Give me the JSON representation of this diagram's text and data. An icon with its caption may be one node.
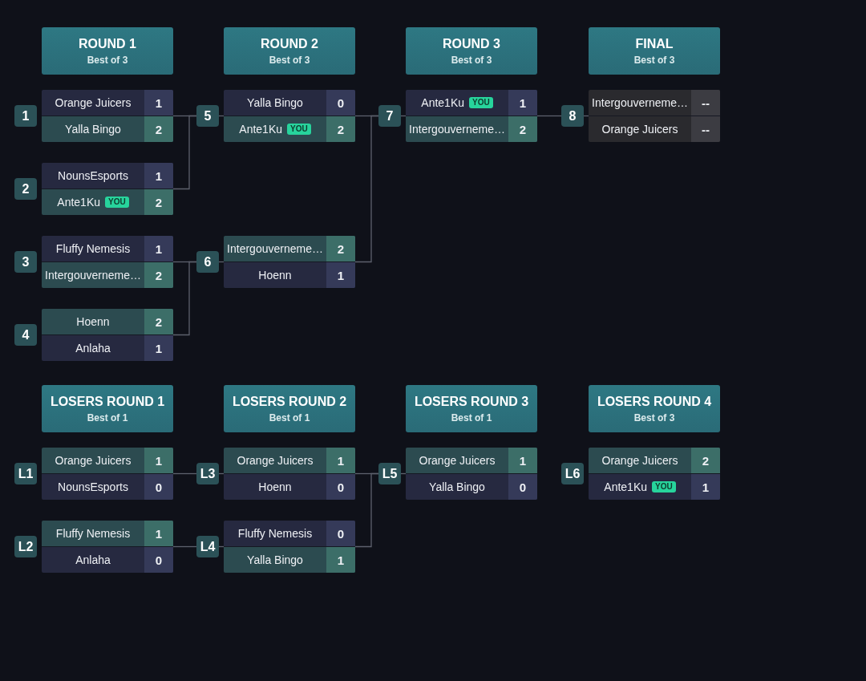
{
  "diagram": {
    "nodes": [
      {
        "text": [
          "ROUND 1",
          "Best of 3"
        ]
      },
      {
        "text": [
          "1"
        ]
      },
      {
        "text": [],
        "shape": "box"
      },
      {
        "text": [
          "Orange Juicers",
          "1"
        ],
        "in": 2
      },
      {
        "text": [
          "Yalla Bingo",
          "2"
        ],
        "in": 2
      },
      {
        "text": [
          "2"
        ]
      },
      {
        "text": [],
        "shape": "box"
      },
      {
        "text": [
          "NounsEsports",
          "1"
        ],
        "in": 6
      },
      {
        "text": [
          "Ante1Ku",
          "2"
        ],
        "in": 6
      },
      {
        "text": [
          "YOU"
        ],
        "in": 8
      },
      {
        "text": [
          "3"
        ]
      },
      {
        "text": [],
        "shape": "box"
      },
      {
        "text": [
          "Fluffy Nemesis",
          "1"
        ],
        "in": 11
      },
      {
        "text": [
          "Intergouverneme…",
          "2"
        ],
        "in": 11
      },
      {
        "text": [
          "4"
        ]
      },
      {
        "text": [],
        "shape": "box"
      },
      {
        "text": [
          "Hoenn",
          "2"
        ],
        "in": 15
      },
      {
        "text": [
          "Anlaha",
          "1"
        ],
        "in": 15
      },
      {
        "text": [
          "ROUND 2",
          "Best of 3"
        ]
      },
      {
        "text": [
          "5"
        ]
      },
      {
        "text": [],
        "shape": "box"
      },
      {
        "text": [
          "Yalla Bingo",
          "0"
        ],
        "in": 20
      },
      {
        "text": [
          "Ante1Ku",
          "2"
        ],
        "in": 20
      },
      {
        "text": [
          "YOU"
        ],
        "in": 22
      },
      {
        "text": [
          "6"
        ]
      },
      {
        "text": [],
        "shape": "box"
      },
      {
        "text": [
          "Intergouverneme…",
          "2"
        ],
        "in": 25
      },
      {
        "text": [
          "Hoenn",
          "1"
        ],
        "in": 25
      },
      {
        "text": [
          "ROUND 3",
          "Best of 3"
        ]
      },
      {
        "text": [
          "7"
        ]
      },
      {
        "text": [],
        "shape": "box"
      },
      {
        "text": [
          "Ante1Ku",
          "1"
        ],
        "in": 30
      },
      {
        "text": [
          "YOU"
        ],
        "in": 31
      },
      {
        "text": [
          "Intergouverneme…",
          "2"
        ],
        "in": 30
      },
      {
        "text": [
          "FINAL",
          "Best of 3"
        ]
      },
      {
        "text": [
          "8"
        ]
      },
      {
        "text": [],
        "shape": "box"
      },
      {
        "text": [
          "Intergouverneme…",
          "--"
        ],
        "in": 36
      },
      {
        "text": [
          "Orange Juicers",
          "--"
        ],
        "in": 36
      },
      {
        "text": [
          "LOSERS ROUND 1",
          "Best of 1"
        ]
      },
      {
        "text": [
          "L1"
        ]
      },
      {
        "text": [],
        "shape": "box"
      },
      {
        "text": [
          "Orange Juicers",
          "1"
        ],
        "in": 41
      },
      {
        "text": [
          "NounsEsports",
          "0"
        ],
        "in": 41
      },
      {
        "text": [
          "L2"
        ]
      },
      {
        "text": [],
        "shape": "box"
      },
      {
        "text": [
          "Fluffy Nemesis",
          "1"
        ],
        "in": 45
      },
      {
        "text": [
          "Anlaha",
          "0"
        ],
        "in": 45
      },
      {
        "text": [
          "LOSERS ROUND 2",
          "Best of 1"
        ]
      },
      {
        "text": [
          "L3"
        ]
      },
      {
        "text": [],
        "shape": "box"
      },
      {
        "text": [
          "Orange Juicers",
          "1"
        ],
        "in": 50
      },
      {
        "text": [
          "Hoenn",
          "0"
        ],
        "in": 50
      },
      {
        "text": [
          "L4"
        ]
      },
      {
        "text": [],
        "shape": "box"
      },
      {
        "text": [
          "Fluffy Nemesis",
          "0"
        ],
        "in": 54
      },
      {
        "text": [
          "Yalla Bingo",
          "1"
        ],
        "in": 54
      },
      {
        "text": [
          "LOSERS ROUND 3",
          "Best of 1"
        ]
      },
      {
        "text": [
          "L5"
        ]
      },
      {
        "text": [],
        "shape": "box"
      },
      {
        "text": [
          "Orange Juicers",
          "1"
        ],
        "in": 59
      },
      {
        "text": [
          "Yalla Bingo",
          "0"
        ],
        "in": 59
      },
      {
        "text": [
          "LOSERS ROUND 4",
          "Best of 3"
        ]
      },
      {
        "text": [
          "L6"
        ]
      },
      {
        "text": [],
        "shape": "box"
      },
      {
        "text": [
          "Orange Juicers",
          "2"
        ],
        "in": 64
      },
      {
        "text": [
          "Ante1Ku",
          "1"
        ],
        "in": 64
      },
      {
        "text": [
          "YOU"
        ],
        "in": 66
      }
    ],
    "edges": [
      {
        "from": 2,
        "to": 19,
        "arrow": "none"
      },
      {
        "from": 6,
        "to": 19,
        "arrow": "none"
      },
      {
        "from": 19,
        "to": 20,
        "arrow": "none"
      },
      {
        "from": 11,
        "to": 24,
        "arrow": "none"
      },
      {
        "from": 15,
        "to": 24,
        "arrow": "none"
      },
      {
        "from": 24,
        "to": 25,
        "arrow": "none"
      },
      {
        "from": 20,
        "to": 29,
        "arrow": "none"
      },
      {
        "from": 25,
        "to": 29,
        "arrow": "none"
      },
      {
        "from": 29,
        "to": 30,
        "arrow": "none"
      },
      {
        "from": 30,
        "to": 35,
        "arrow": "none"
      },
      {
        "from": 35,
        "to": 36,
        "arrow": "none"
      },
      {
        "from": 41,
        "to": 49,
        "arrow": "none"
      },
      {
        "from": 49,
        "to": 50,
        "arrow": "none"
      },
      {
        "from": 45,
        "to": 53,
        "arrow": "none"
      },
      {
        "from": 53,
        "to": 54,
        "arrow": "none"
      },
      {
        "from": 50,
        "to": 58,
        "arrow": "none"
      },
      {
        "from": 54,
        "to": 58,
        "arrow": "none"
      },
      {
        "from": 58,
        "to": 59,
        "arrow": "none"
      }
    ]
  }
}
